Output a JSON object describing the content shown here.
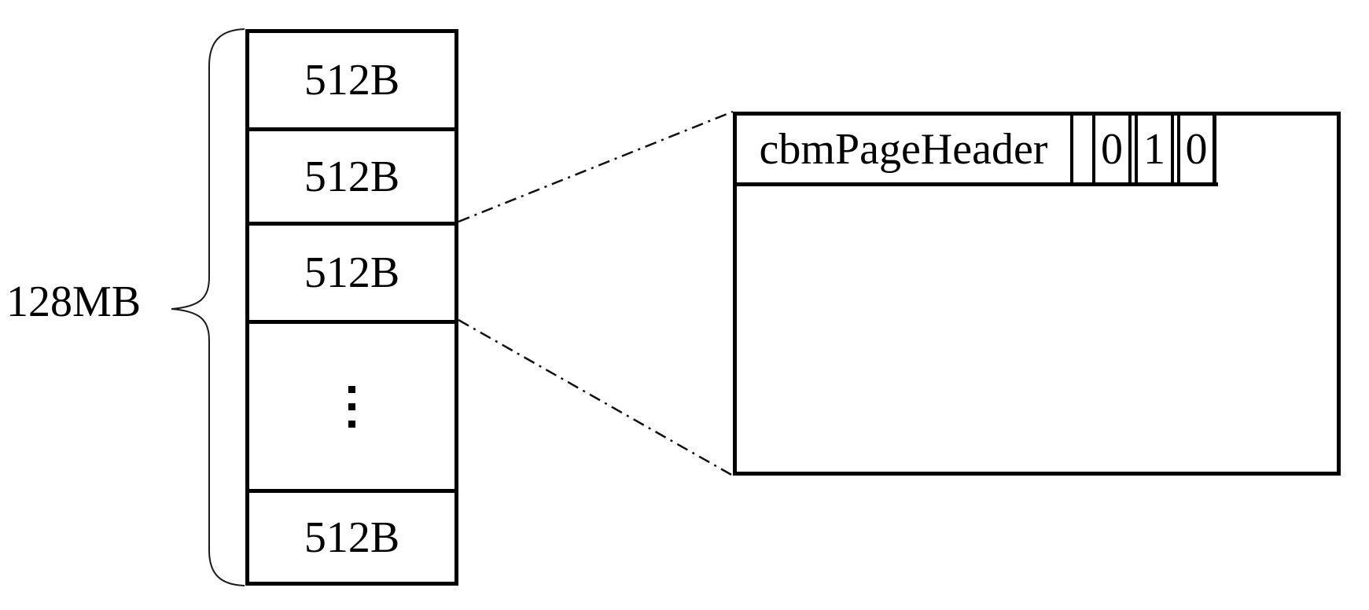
{
  "memory_stack": {
    "total_size_label": "128MB",
    "blocks": [
      {
        "label": "512B"
      },
      {
        "label": "512B"
      },
      {
        "label": "512B"
      },
      {
        "label": "⋮"
      },
      {
        "label": "512B"
      }
    ]
  },
  "page_detail": {
    "header_label": "cbmPageHeader",
    "flag_cells": [
      "0",
      "1",
      "0"
    ]
  },
  "colors": {
    "line": "#000000",
    "background": "#ffffff"
  }
}
